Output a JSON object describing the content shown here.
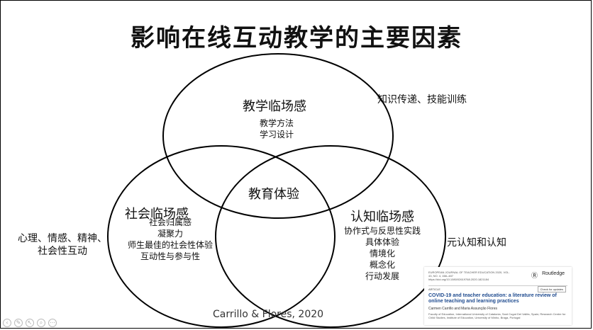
{
  "title": "影响在线互动教学的主要因素",
  "circles": {
    "teaching": {
      "name": "教学临场感",
      "items": [
        "教学方法",
        "学习设计"
      ]
    },
    "social": {
      "name": "社会临场感",
      "items": [
        "社会归属感",
        "凝聚力",
        "师生最佳的社会性体验",
        "互动性与参与性"
      ]
    },
    "cognitive": {
      "name": "认知临场感",
      "items": [
        "协作式与反思性实践",
        "具体体验",
        "情境化",
        "概念化",
        "行动发展"
      ]
    },
    "center": {
      "name": "教育体验"
    }
  },
  "side_notes": {
    "teaching": "知识传递、技能训练",
    "social_line1": "心理、情感、精神、",
    "social_line2": "社会性互动",
    "cognitive": "元认知和认知"
  },
  "citation": "Carrillo & Flores, 2020",
  "paper": {
    "journal": "EUROPEAN JOURNAL OF TEACHER EDUCATION 2020, VOL. 43, NO. 4, 466–487 https://doi.org/10.1080/02619768.2020.1821184",
    "publisher": "Routledge",
    "article_label": "ARTICLE",
    "check_updates": "Check for updates",
    "title": "COVID-19 and teacher education: a literature review of online teaching and learning practices",
    "authors": "Carmen Carrillo and Maria Assunção Flores",
    "affiliations": "Faculty of Education, International University of Catalonia, Sant Cugat Del Vallès, Spain; Research Centre for Child Studies, Institute of Education, University of Minho, Braga, Portugal"
  },
  "colors": {
    "stroke": "#000000",
    "text": "#111111",
    "paper_title": "#1f4b8f"
  },
  "toolbar_icons": [
    "prev-icon",
    "pen-icon",
    "pointer-icon",
    "zoom-icon",
    "more-icon"
  ]
}
